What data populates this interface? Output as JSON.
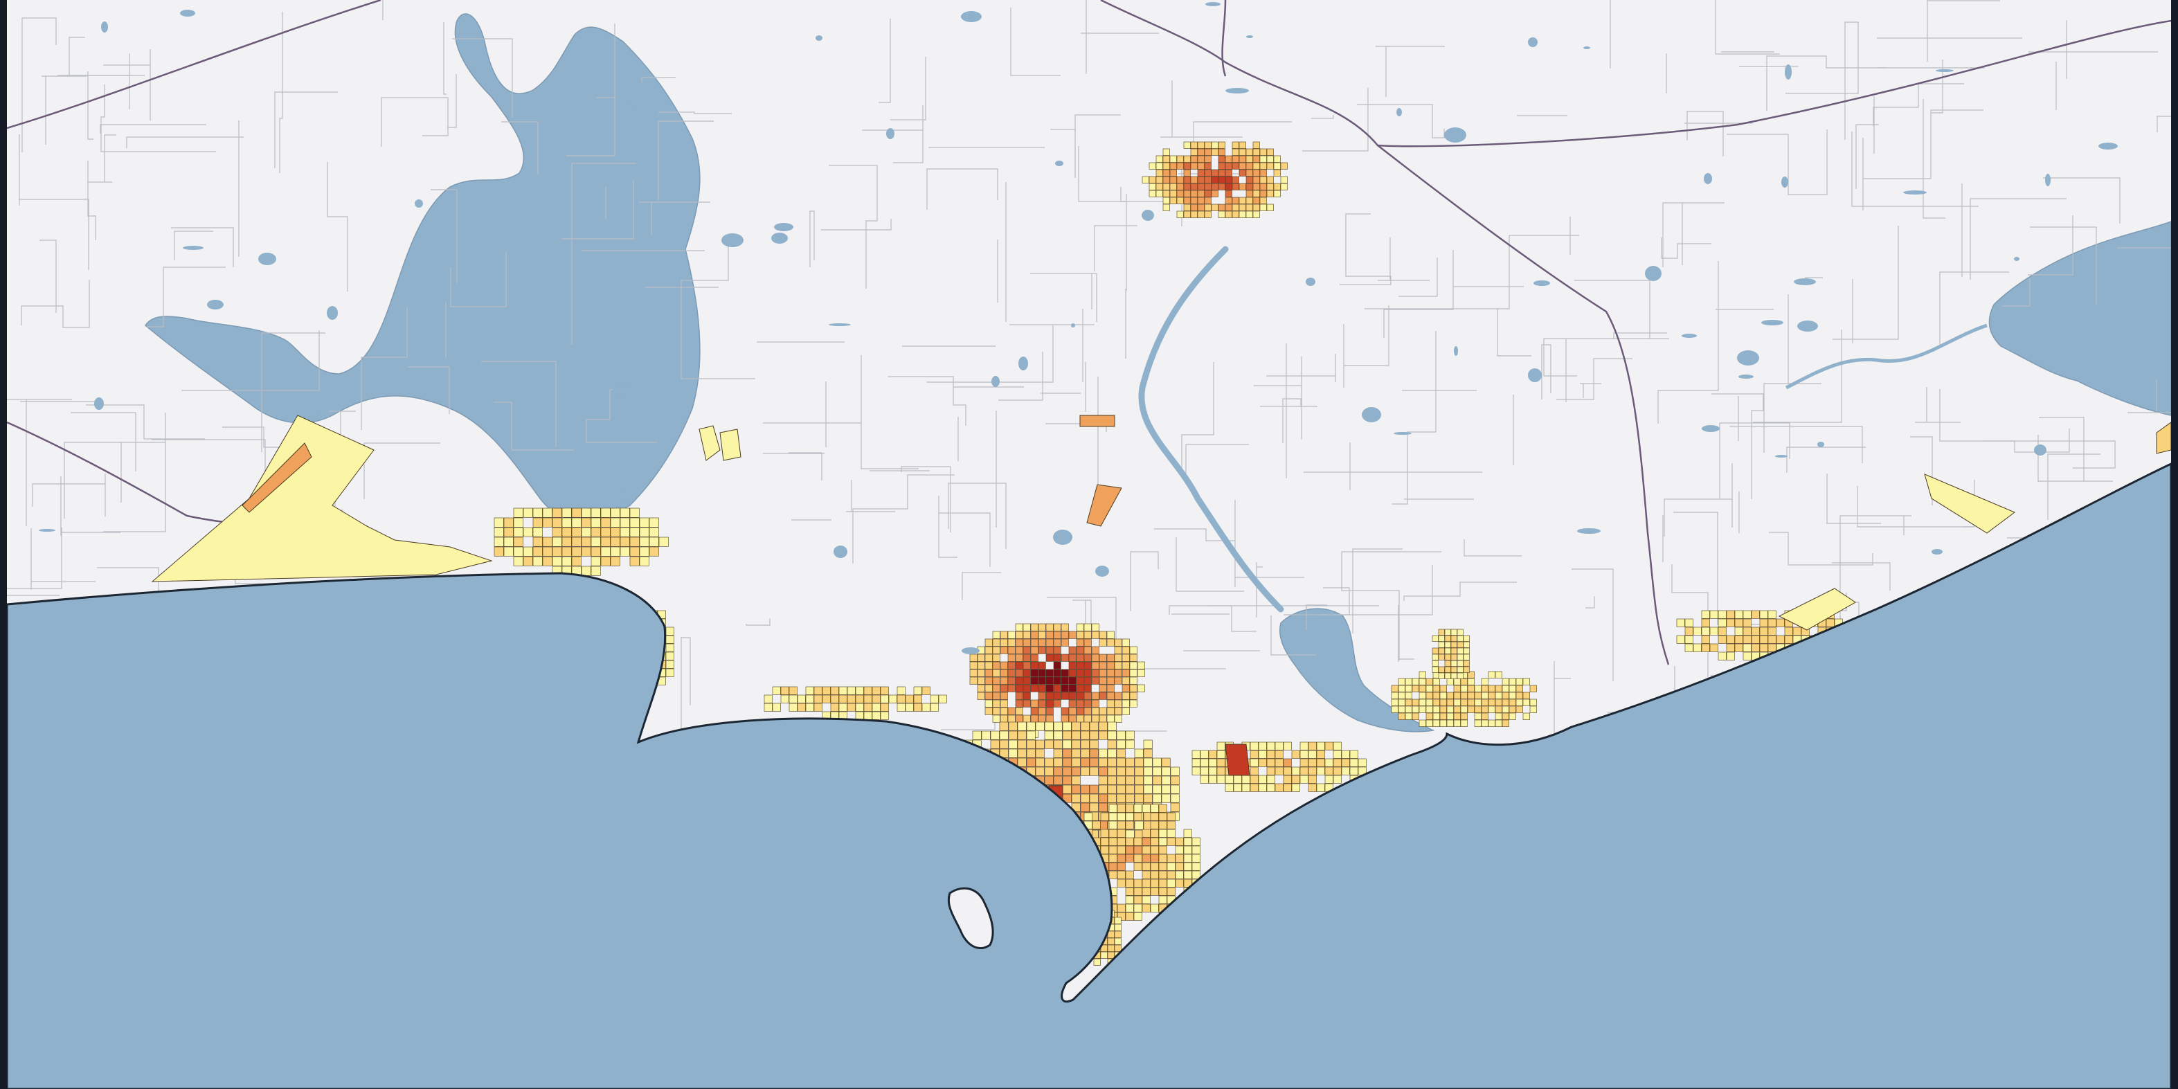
{
  "map": {
    "colors": {
      "frame": "#141a26",
      "land": "#f2f2f4",
      "water": "#8fb1cb",
      "coast": "#1c2733",
      "road": "#b9bcc4",
      "road_major": "#6b5a78",
      "parcel_stroke": "#4a3a22",
      "density_low": "#fbf6a6",
      "density_mid_low": "#f9d27c",
      "density_mid": "#f0a15b",
      "density_high": "#d96b3e",
      "density_very_high": "#c43a22",
      "density_max": "#7a0c16"
    },
    "layers": [
      "land",
      "water-bodies",
      "roads",
      "boundaries",
      "parcels-choropleth"
    ]
  }
}
